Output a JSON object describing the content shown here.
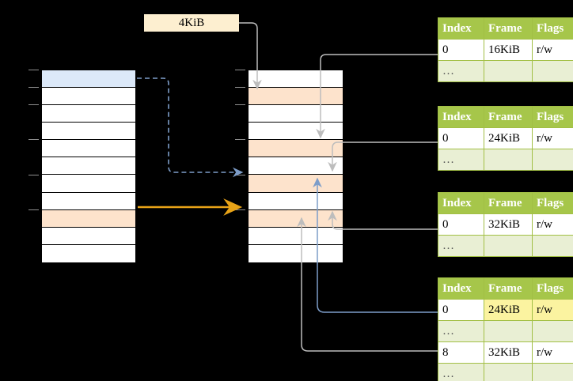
{
  "diagram": {
    "title": "virtual-memory-page-table-walk",
    "background": "#000000"
  },
  "size_label": {
    "text": "4KiB",
    "bg": "#fdefd0"
  },
  "virtual_memory_column": {
    "name": "virtual-address-space",
    "row_count": 11,
    "rows": [
      {
        "index": 0,
        "fill": "blue",
        "tick": true
      },
      {
        "index": 1,
        "fill": "white",
        "tick": true
      },
      {
        "index": 2,
        "fill": "white",
        "tick": true
      },
      {
        "index": 3,
        "fill": "white",
        "tick": false
      },
      {
        "index": 4,
        "fill": "white",
        "tick": true
      },
      {
        "index": 5,
        "fill": "white",
        "tick": false
      },
      {
        "index": 6,
        "fill": "white",
        "tick": true
      },
      {
        "index": 7,
        "fill": "white",
        "tick": false
      },
      {
        "index": 8,
        "fill": "peach",
        "tick": true
      },
      {
        "index": 9,
        "fill": "white",
        "tick": false
      },
      {
        "index": 10,
        "fill": "white",
        "tick": false
      }
    ]
  },
  "physical_memory_column": {
    "name": "physical-address-space",
    "row_count": 11,
    "rows": [
      {
        "index": 0,
        "fill": "white",
        "tick": true
      },
      {
        "index": 1,
        "fill": "peach",
        "tick": true
      },
      {
        "index": 2,
        "fill": "white",
        "tick": true
      },
      {
        "index": 3,
        "fill": "white",
        "tick": false
      },
      {
        "index": 4,
        "fill": "peach",
        "tick": true
      },
      {
        "index": 5,
        "fill": "white",
        "tick": false
      },
      {
        "index": 6,
        "fill": "peach",
        "tick": true
      },
      {
        "index": 7,
        "fill": "white",
        "tick": false
      },
      {
        "index": 8,
        "fill": "peach",
        "tick": true
      },
      {
        "index": 9,
        "fill": "white",
        "tick": false
      },
      {
        "index": 10,
        "fill": "white",
        "tick": false
      }
    ]
  },
  "page_tables": [
    {
      "id": "page-table-1",
      "headers": [
        "Index",
        "Frame",
        "Flags"
      ],
      "rows": [
        {
          "cells": [
            "0",
            "16KiB",
            "r/w"
          ],
          "style": "normal",
          "highlight": []
        },
        {
          "cells": [
            "…",
            "",
            ""
          ],
          "style": "ellipsis",
          "highlight": []
        }
      ]
    },
    {
      "id": "page-table-2",
      "headers": [
        "Index",
        "Frame",
        "Flags"
      ],
      "rows": [
        {
          "cells": [
            "0",
            "24KiB",
            "r/w"
          ],
          "style": "normal",
          "highlight": []
        },
        {
          "cells": [
            "…",
            "",
            ""
          ],
          "style": "ellipsis",
          "highlight": []
        }
      ]
    },
    {
      "id": "page-table-3",
      "headers": [
        "Index",
        "Frame",
        "Flags"
      ],
      "rows": [
        {
          "cells": [
            "0",
            "32KiB",
            "r/w"
          ],
          "style": "normal",
          "highlight": []
        },
        {
          "cells": [
            "…",
            "",
            ""
          ],
          "style": "ellipsis",
          "highlight": []
        }
      ]
    },
    {
      "id": "page-table-4",
      "headers": [
        "Index",
        "Frame",
        "Flags"
      ],
      "rows": [
        {
          "cells": [
            "0",
            "24KiB",
            "r/w"
          ],
          "style": "normal",
          "highlight": [
            1,
            2
          ]
        },
        {
          "cells": [
            "…",
            "",
            ""
          ],
          "style": "ellipsis",
          "highlight": []
        },
        {
          "cells": [
            "8",
            "32KiB",
            "r/w"
          ],
          "style": "normal",
          "highlight": []
        },
        {
          "cells": [
            "…",
            "",
            ""
          ],
          "style": "ellipsis",
          "highlight": []
        }
      ]
    }
  ],
  "colors": {
    "table_header_bg": "#a6c64a",
    "table_border": "#a2bf45",
    "ellipsis_bg": "#e9efd4",
    "highlight_yellow": "#fbf3a0",
    "row_blue": "#dce9f9",
    "row_peach": "#fde3cc",
    "label_cream": "#fdefd0",
    "arrow_orange": "#e8a317",
    "arrow_blue": "#7d9dc9",
    "wire_gray": "#bdbdbd",
    "tick_gray": "#8f8f8f"
  },
  "connectors": [
    {
      "name": "size-label-to-physical-row-1",
      "style": "gray-solid-arrow"
    },
    {
      "name": "virtual-blue-row-to-physical-row-6",
      "style": "blue-dashed-arrow"
    },
    {
      "name": "virtual-peach-row-to-physical-row-8",
      "style": "orange-solid-arrow"
    },
    {
      "name": "page-table-1-row0-to-physical-row-4",
      "style": "gray-solid-arrow"
    },
    {
      "name": "page-table-2-row0-to-physical-row-6",
      "style": "gray-solid-arrow"
    },
    {
      "name": "page-table-3-row0-to-physical-row-8",
      "style": "gray-solid-arrow"
    },
    {
      "name": "page-table-4-row0-to-physical-row-6",
      "style": "blue-solid-arrow"
    },
    {
      "name": "page-table-4-row8-to-physical-row-8",
      "style": "gray-solid-arrow"
    }
  ]
}
